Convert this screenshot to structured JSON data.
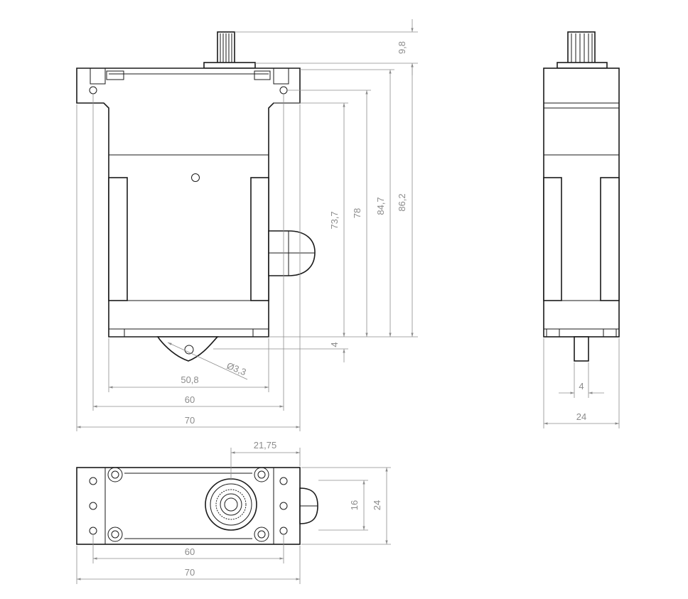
{
  "dimensions": {
    "shaft_height": "9,8",
    "height_737": "73,7",
    "height_78": "78",
    "height_847": "84,7",
    "height_862": "86,2",
    "tab_offset": "4",
    "hole_diameter": "Ø3,3",
    "width_508": "50,8",
    "width_60_front": "60",
    "width_70_front": "70",
    "side_shaft_width": "4",
    "side_width_24": "24",
    "top_spline_offset": "21,75",
    "top_height_16": "16",
    "top_height_24": "24",
    "top_width_60": "60",
    "top_width_70": "70"
  },
  "colors": {
    "outline": "#1a1a1a",
    "dimension": "#8c8c8c"
  }
}
